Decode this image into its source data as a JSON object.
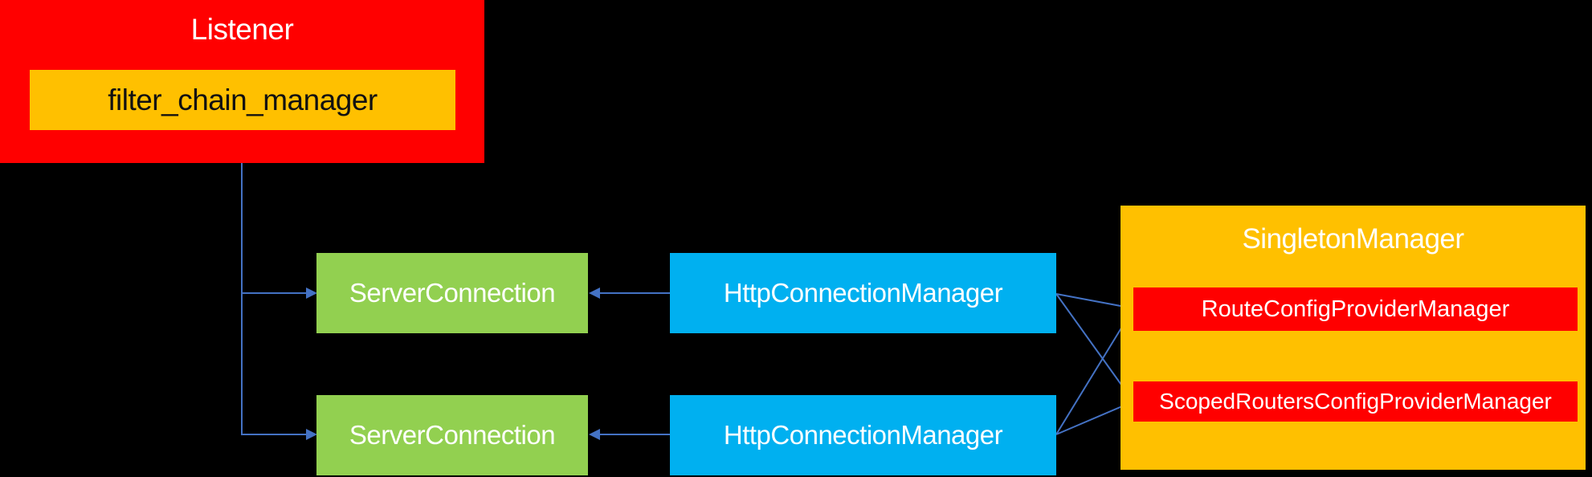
{
  "colors": {
    "background": "#000000",
    "red": "#ff0000",
    "orange": "#ffc000",
    "green": "#92d050",
    "blue": "#00b0f0",
    "line": "#4472c4",
    "text-light": "#ffffff",
    "text-dark": "#111111"
  },
  "nodes": {
    "listener": {
      "label": "Listener"
    },
    "filter_chain_manager": {
      "label": "filter_chain_manager"
    },
    "server_connection_1": {
      "label": "ServerConnection"
    },
    "server_connection_2": {
      "label": "ServerConnection"
    },
    "http_connection_manager_1": {
      "label": "HttpConnectionManager"
    },
    "http_connection_manager_2": {
      "label": "HttpConnectionManager"
    },
    "singleton_manager": {
      "label": "SingletonManager"
    },
    "route_config_provider_manager": {
      "label": "RouteConfigProviderManager"
    },
    "scoped_routers_config_provider_manager": {
      "label": "ScopedRoutersConfigProviderManager"
    }
  },
  "edges": [
    {
      "from": "filter_chain_manager",
      "to": "server_connection_1",
      "style": "arrow"
    },
    {
      "from": "filter_chain_manager",
      "to": "server_connection_2",
      "style": "arrow"
    },
    {
      "from": "http_connection_manager_1",
      "to": "server_connection_1",
      "style": "arrow"
    },
    {
      "from": "http_connection_manager_2",
      "to": "server_connection_2",
      "style": "arrow"
    },
    {
      "from": "http_connection_manager_1",
      "to": "route_config_provider_manager",
      "style": "line"
    },
    {
      "from": "http_connection_manager_1",
      "to": "scoped_routers_config_provider_manager",
      "style": "line"
    },
    {
      "from": "http_connection_manager_2",
      "to": "route_config_provider_manager",
      "style": "line"
    },
    {
      "from": "http_connection_manager_2",
      "to": "scoped_routers_config_provider_manager",
      "style": "line"
    }
  ]
}
